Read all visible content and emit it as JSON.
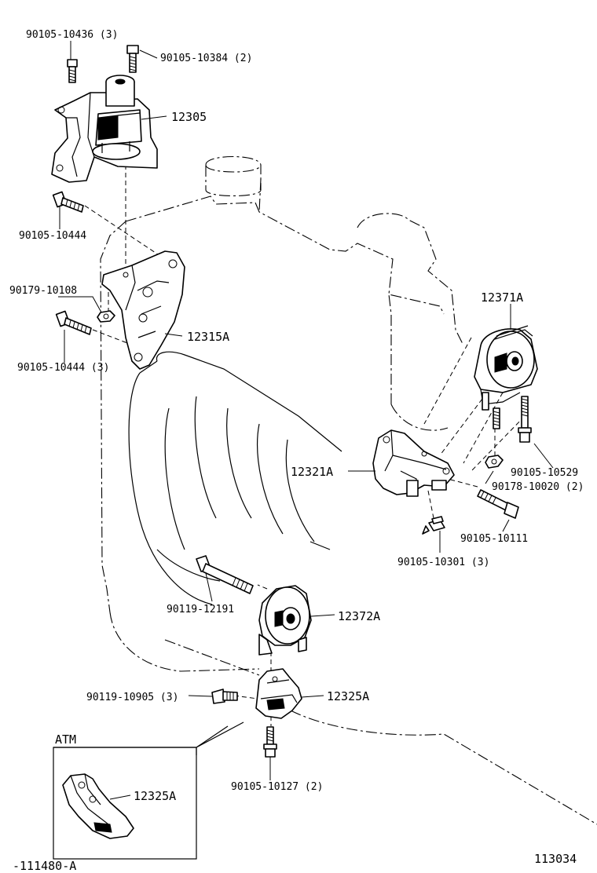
{
  "labels": {
    "bolt_top_left": "90105-10436 (3)",
    "bolt_top_right": "90105-10384 (2)",
    "mount_right": "12305",
    "bolt_upper_left": "90105-10444",
    "nut_left": "90179-10108",
    "bracket_upper": "12315A",
    "bolt_lower_left": "90105-10444 (3)",
    "mount_rear": "12371A",
    "bracket_rear": "12321A",
    "bolt_rear_right": "90105-10529",
    "nut_rear": "90178-10020 (2)",
    "bolt_rear_lower": "90105-10111",
    "bolt_rear_bottom": "90105-10301 (3)",
    "bolt_through": "90119-12191",
    "mount_front": "12372A",
    "bolt_front_left": "90119-10905 (3)",
    "bracket_front": "12325A",
    "bolt_front_bottom": "90105-10127 (2)",
    "inset_title": "ATM",
    "inset_part": "12325A",
    "ref_left": "-111480-A",
    "ref_right": "113034"
  }
}
